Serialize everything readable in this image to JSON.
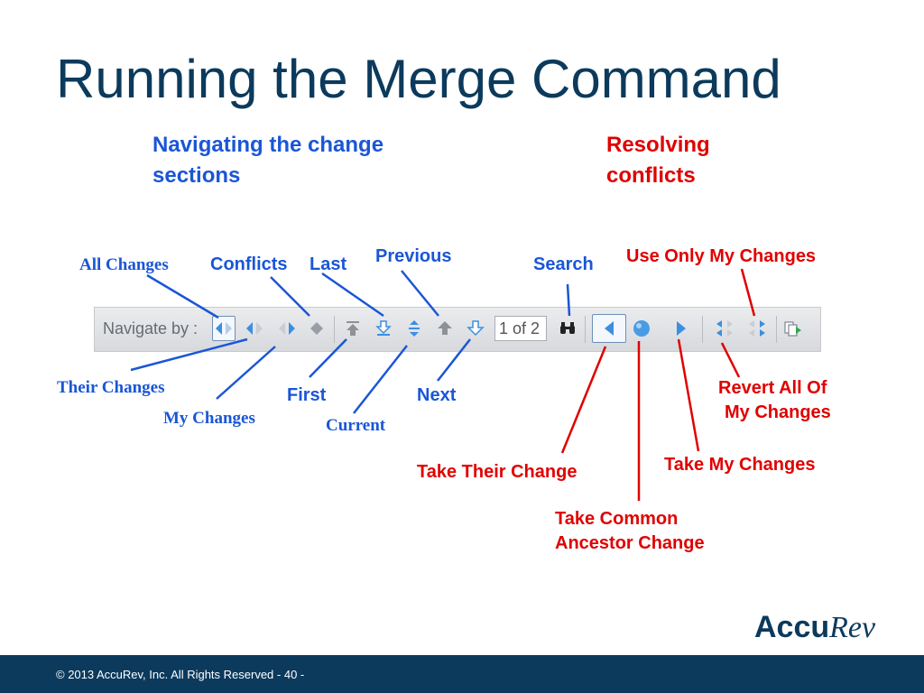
{
  "slide": {
    "title": "Running the Merge Command",
    "nav_heading": "Navigating the change sections",
    "resolve_heading": "Resolving conflicts"
  },
  "toolbar": {
    "navigate_label": "Navigate by :",
    "page_indicator": "1 of 2"
  },
  "callouts": {
    "all_changes": "All Changes",
    "conflicts": "Conflicts",
    "last": "Last",
    "previous": "Previous",
    "search": "Search",
    "use_only_my_changes": "Use Only My Changes",
    "their_changes": "Their Changes",
    "my_changes": "My Changes",
    "first": "First",
    "current": "Current",
    "next": "Next",
    "revert_all_of_my_changes_line1": "Revert All Of",
    "revert_all_of_my_changes_line2": "My Changes",
    "take_their_change": "Take Their Change",
    "take_my_changes": "Take My Changes",
    "take_common_ancestor_line1": "Take Common",
    "take_common_ancestor_line2": "Ancestor Change"
  },
  "footer": {
    "copyright": "© 2013 AccuRev, Inc.  All Rights Reserved - 40 -"
  },
  "brand": {
    "logo_part1": "Accu",
    "logo_part2": "Rev"
  },
  "colors": {
    "title": "#0b3a5c",
    "nav_accent": "#1a56d6",
    "resolve_accent": "#e00000",
    "footer_bg": "#0b3a5c"
  },
  "icons": {
    "all_changes": "all-changes-nav-icon",
    "their_changes": "their-changes-nav-icon",
    "my_changes": "my-changes-nav-icon",
    "conflicts": "conflicts-diamond-icon",
    "first": "first-arrow-icon",
    "last": "last-arrow-icon",
    "current": "current-arrow-icon",
    "previous": "previous-arrow-icon",
    "next": "next-arrow-icon",
    "search": "binoculars-icon",
    "take_their_change": "take-left-icon",
    "take_common_ancestor": "common-ancestor-circle-icon",
    "take_my_changes": "take-right-icon",
    "use_only_my_changes": "use-only-my-changes-icon",
    "revert_all_my_changes": "revert-all-icon",
    "merge_export": "merge-export-icon"
  }
}
